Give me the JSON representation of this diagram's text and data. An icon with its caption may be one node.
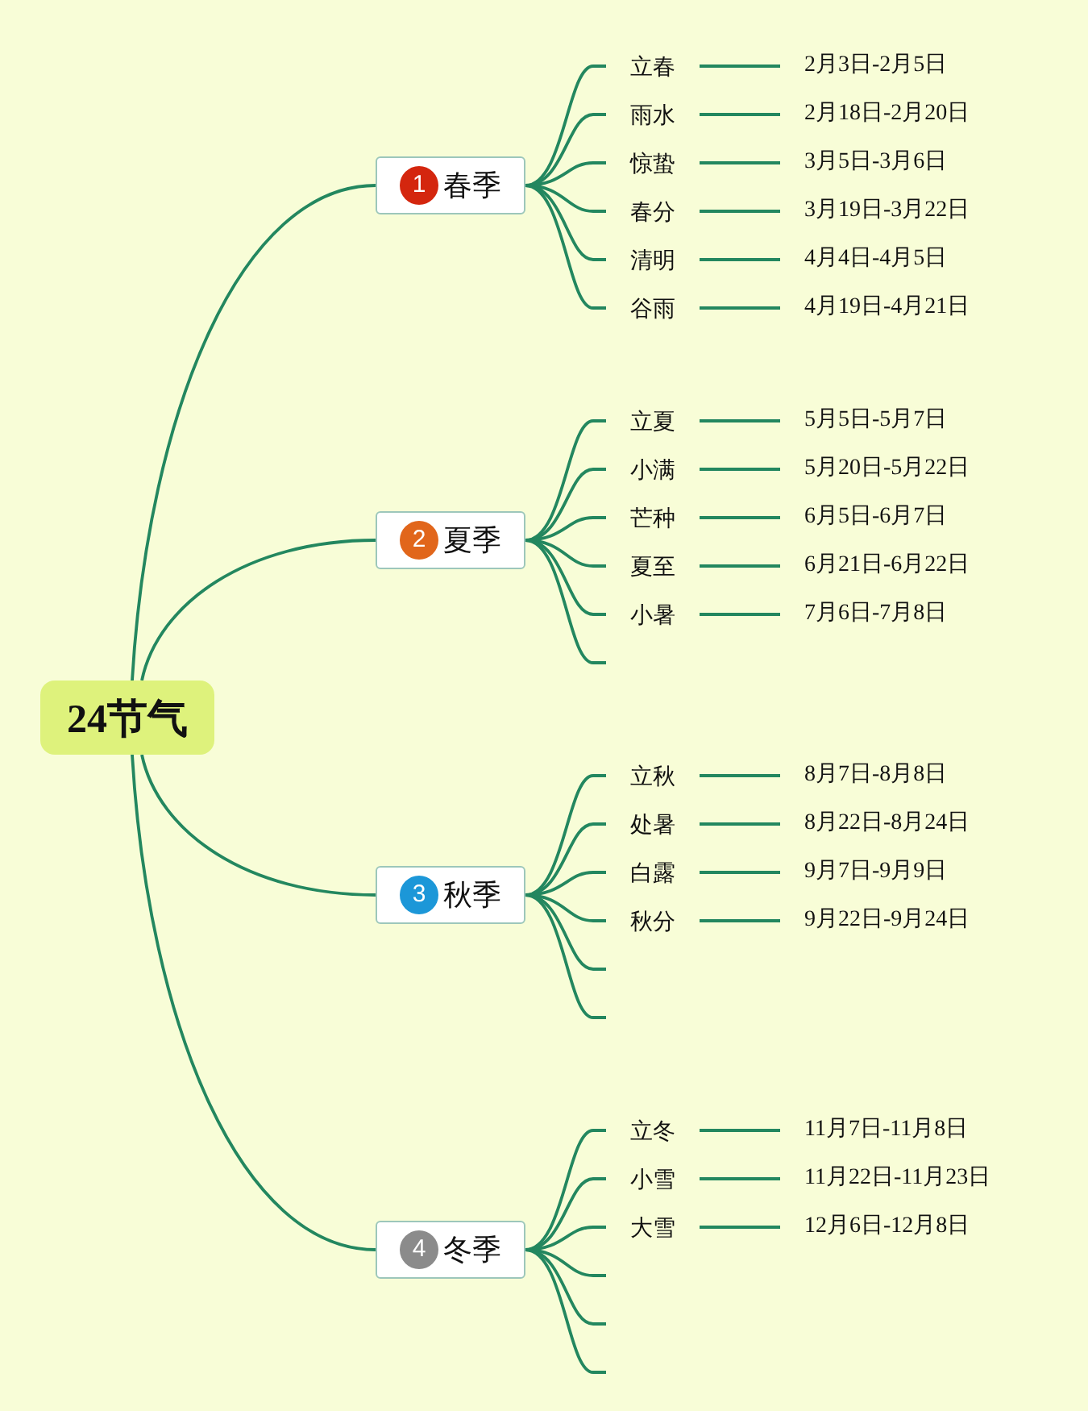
{
  "diagram": {
    "nodes": [
      {
        "text": [
          "24节气"
        ]
      },
      {
        "text": [
          "1",
          "春季"
        ]
      },
      {
        "text": [
          "立春"
        ]
      },
      {
        "text": [
          "2月3日-2月5日"
        ]
      },
      {
        "text": [
          "雨水"
        ]
      },
      {
        "text": [
          "2月18日-2月20日"
        ]
      },
      {
        "text": [
          "惊蛰"
        ]
      },
      {
        "text": [
          "3月5日-3月6日"
        ]
      },
      {
        "text": [
          "春分"
        ]
      },
      {
        "text": [
          "3月19日-3月22日"
        ]
      },
      {
        "text": [
          "清明"
        ]
      },
      {
        "text": [
          "4月4日-4月5日"
        ]
      },
      {
        "text": [
          "谷雨"
        ]
      },
      {
        "text": [
          "4月19日-4月21日"
        ]
      },
      {
        "text": [
          "2",
          "夏季"
        ]
      },
      {
        "text": [
          "立夏"
        ]
      },
      {
        "text": [
          "5月5日-5月7日"
        ]
      },
      {
        "text": [
          "小满"
        ]
      },
      {
        "text": [
          "5月20日-5月22日"
        ]
      },
      {
        "text": [
          "芒种"
        ]
      },
      {
        "text": [
          "6月5日-6月7日"
        ]
      },
      {
        "text": [
          "夏至"
        ]
      },
      {
        "text": [
          "6月21日-6月22日"
        ]
      },
      {
        "text": [
          "小暑"
        ]
      },
      {
        "text": [
          "7月6日-7月8日"
        ]
      },
      {
        "text": [
          "3",
          "秋季"
        ]
      },
      {
        "text": [
          "立秋"
        ]
      },
      {
        "text": [
          "8月7日-8月8日"
        ]
      },
      {
        "text": [
          "处暑"
        ]
      },
      {
        "text": [
          "8月22日-8月24日"
        ]
      },
      {
        "text": [
          "白露"
        ]
      },
      {
        "text": [
          "9月7日-9月9日"
        ]
      },
      {
        "text": [
          "秋分"
        ]
      },
      {
        "text": [
          "9月22日-9月24日"
        ]
      },
      {
        "text": [
          "4",
          "冬季"
        ]
      },
      {
        "text": [
          "立冬"
        ]
      },
      {
        "text": [
          "11月7日-11月8日"
        ]
      },
      {
        "text": [
          "小雪"
        ]
      },
      {
        "text": [
          "11月22日-11月23日"
        ]
      },
      {
        "text": [
          "大雪"
        ]
      },
      {
        "text": [
          "12月6日-12月8日"
        ]
      }
    ],
    "edges": [
      {
        "from": 0,
        "to": 1,
        "arrow": "none"
      },
      {
        "from": 0,
        "to": 14,
        "arrow": "none"
      },
      {
        "from": 0,
        "to": 25,
        "arrow": "none"
      },
      {
        "from": 0,
        "to": 34,
        "arrow": "none"
      },
      {
        "from": 1,
        "to": 2,
        "arrow": "none"
      },
      {
        "from": 2,
        "to": 3,
        "arrow": "none"
      },
      {
        "from": 1,
        "to": 4,
        "arrow": "none"
      },
      {
        "from": 4,
        "to": 5,
        "arrow": "none"
      },
      {
        "from": 1,
        "to": 6,
        "arrow": "none"
      },
      {
        "from": 6,
        "to": 7,
        "arrow": "none"
      },
      {
        "from": 1,
        "to": 8,
        "arrow": "none"
      },
      {
        "from": 8,
        "to": 9,
        "arrow": "none"
      },
      {
        "from": 1,
        "to": 10,
        "arrow": "none"
      },
      {
        "from": 10,
        "to": 11,
        "arrow": "none"
      },
      {
        "from": 1,
        "to": 12,
        "arrow": "none"
      },
      {
        "from": 12,
        "to": 13,
        "arrow": "none"
      },
      {
        "from": 14,
        "to": 15,
        "arrow": "none"
      },
      {
        "from": 15,
        "to": 16,
        "arrow": "none"
      },
      {
        "from": 14,
        "to": 17,
        "arrow": "none"
      },
      {
        "from": 17,
        "to": 18,
        "arrow": "none"
      },
      {
        "from": 14,
        "to": 19,
        "arrow": "none"
      },
      {
        "from": 19,
        "to": 20,
        "arrow": "none"
      },
      {
        "from": 14,
        "to": 21,
        "arrow": "none"
      },
      {
        "from": 21,
        "to": 22,
        "arrow": "none"
      },
      {
        "from": 14,
        "to": 23,
        "arrow": "none"
      },
      {
        "from": 23,
        "to": 24,
        "arrow": "none"
      },
      {
        "from": 14,
        "to": null,
        "arrow": "none"
      },
      {
        "from": 25,
        "to": 26,
        "arrow": "none"
      },
      {
        "from": 26,
        "to": 27,
        "arrow": "none"
      },
      {
        "from": 25,
        "to": 28,
        "arrow": "none"
      },
      {
        "from": 28,
        "to": 29,
        "arrow": "none"
      },
      {
        "from": 25,
        "to": 30,
        "arrow": "none"
      },
      {
        "from": 30,
        "to": 31,
        "arrow": "none"
      },
      {
        "from": 25,
        "to": 32,
        "arrow": "none"
      },
      {
        "from": 32,
        "to": 33,
        "arrow": "none"
      },
      {
        "from": 25,
        "to": null,
        "arrow": "none"
      },
      {
        "from": 25,
        "to": null,
        "arrow": "none"
      },
      {
        "from": 34,
        "to": 35,
        "arrow": "none"
      },
      {
        "from": 35,
        "to": 36,
        "arrow": "none"
      },
      {
        "from": 34,
        "to": 37,
        "arrow": "none"
      },
      {
        "from": 37,
        "to": 38,
        "arrow": "none"
      },
      {
        "from": 34,
        "to": 39,
        "arrow": "none"
      },
      {
        "from": 39,
        "to": 40,
        "arrow": "none"
      },
      {
        "from": 34,
        "to": null,
        "arrow": "none"
      },
      {
        "from": 34,
        "to": null,
        "arrow": "none"
      },
      {
        "from": 34,
        "to": null,
        "arrow": "none"
      }
    ]
  }
}
